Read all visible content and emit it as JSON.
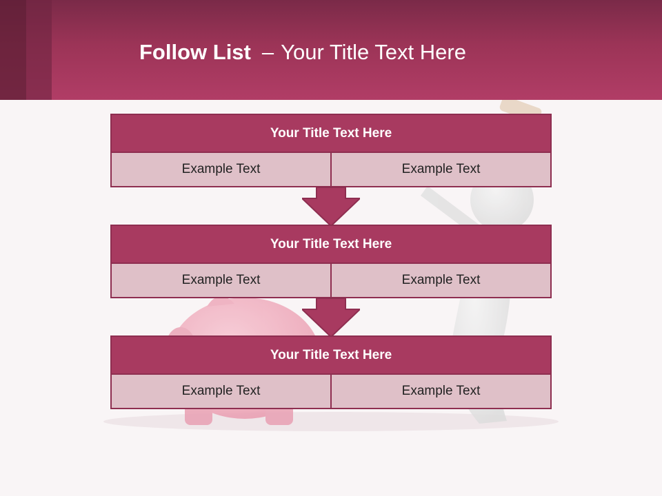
{
  "slide": {
    "title_bold": "Follow List",
    "title_dash": "–",
    "title_rest": "Your Title Text Here"
  },
  "steps": [
    {
      "title": "Your Title Text Here",
      "left": "Example Text",
      "right": "Example Text"
    },
    {
      "title": "Your Title Text Here",
      "left": "Example Text",
      "right": "Example Text"
    },
    {
      "title": "Your Title Text Here",
      "left": "Example Text",
      "right": "Example Text"
    }
  ],
  "colors": {
    "header": "#a83a60",
    "cell": "#dfc0c8",
    "border": "#8e2e50"
  },
  "icons": [
    "down-arrow-icon",
    "piggy-bank-image",
    "figure-with-hammer-image"
  ]
}
